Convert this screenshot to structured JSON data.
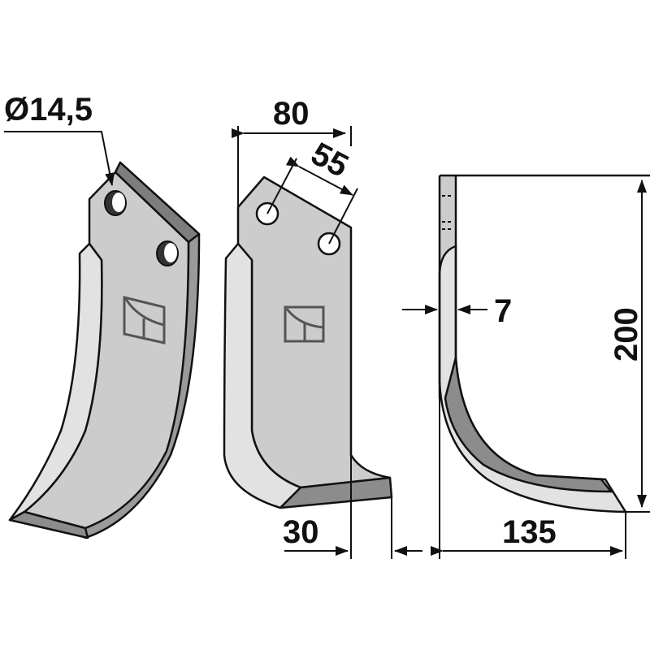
{
  "drawing": {
    "subject": "Rotary tiller blade - three views",
    "views": [
      "front-view",
      "back-view",
      "side-view"
    ]
  },
  "dimensions": {
    "hole_diameter": "Ø14,5",
    "width_top": "80",
    "hole_spacing": "55",
    "edge_offset": "30",
    "thickness": "7",
    "height": "200",
    "depth": "135"
  },
  "colors": {
    "body_fill": "#cccccc",
    "bevel_light": "#e2e2e2",
    "bevel_dark": "#8c8c8c",
    "edge_dark": "#9a9a9a",
    "outline": "#111111",
    "logo_stroke": "#555555"
  }
}
